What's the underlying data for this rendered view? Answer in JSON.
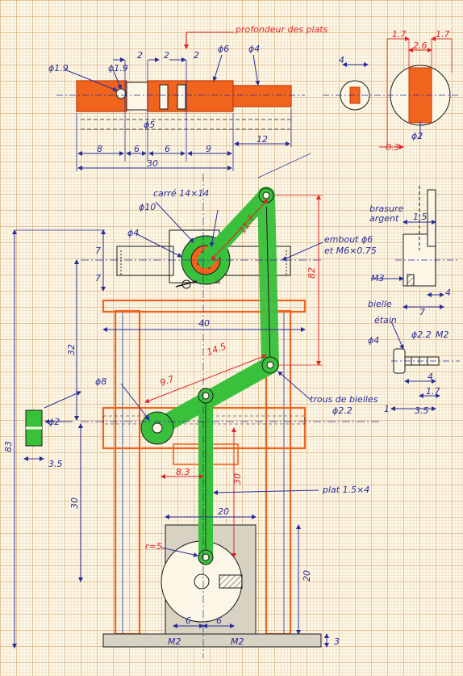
{
  "colors": {
    "orange": "#f0641e",
    "green": "#39c13c",
    "blue": "#2b2c9a",
    "red": "#e02424",
    "black": "#1a1a1a",
    "grey": "#c9c2b3"
  },
  "labels": {
    "depth": "profondeur des plats",
    "phi19_left": "ϕ1.9",
    "phi19_mid": "ϕ1.9",
    "phi6": "ϕ6",
    "phi4_top": "ϕ4",
    "phi5": "ϕ5",
    "d2a": "2",
    "d2b": "2",
    "d2c": "2",
    "d8": "8",
    "d6a": "6",
    "d6b": "6",
    "d9": "9",
    "d12": "12",
    "d30_top": "30",
    "d4_small": "4",
    "d17a": "1.7",
    "d17b": "1.7",
    "d26": "2.6",
    "d03": "0.3",
    "phi2_top": "ϕ2",
    "carre": "carré 14×14",
    "phi10": "ϕ10",
    "phi4_mid": "ϕ4",
    "d7a": "7",
    "d7b": "7",
    "d117": "11.7",
    "embout1": "embout ϕ6",
    "embout2": "et M6×0.75",
    "d82": "82",
    "d40": "40",
    "d32": "32",
    "d145": "14.5",
    "d97": "9.7",
    "phi8": "ϕ8",
    "trous1": "trous de bielles",
    "trous2": "ϕ2.2",
    "d83": "83",
    "phi2_left": "ϕ2",
    "d35_left": "3.5",
    "d83b": "8.3",
    "d30_red": "30",
    "d30_side": "30",
    "plat": "plat 1.5×4",
    "d20a": "20",
    "r5": "r=5",
    "d20b": "20",
    "d6c": "6",
    "d6d": "6",
    "m2a": "M2",
    "m2b": "M2",
    "d3": "3",
    "brasure1": "brasure",
    "brasure2": "argent",
    "d15": "1.5",
    "m3": "M3",
    "d4_right": "4",
    "d7_right": "7",
    "bielle": "bielle",
    "etain": "étain",
    "phi4_right": "ϕ4",
    "phi22": "ϕ2.2",
    "m2_right": "M2",
    "d4_right2": "4",
    "d17_right": "1.7",
    "d1": "1",
    "d35_right": "3.5"
  }
}
